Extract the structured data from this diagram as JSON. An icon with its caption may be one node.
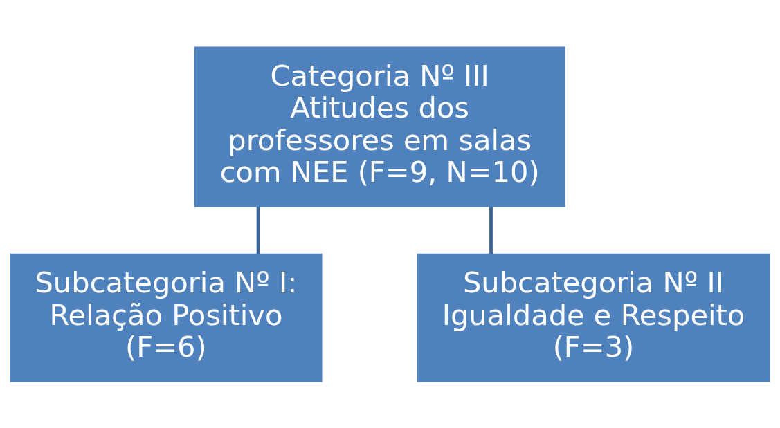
{
  "diagram": {
    "nodes": [
      {
        "text": [
          "Categoria Nº III Atitudes dos professores em salas com NEE (F=9, N=10)"
        ]
      },
      {
        "text": [
          "Subcategoria Nº I: Relação Positivo (F=6)"
        ]
      },
      {
        "text": [
          "Subcategoria Nº II Igualdade e Respeito (F=3)"
        ]
      }
    ],
    "edges": [
      {
        "from": 0,
        "to": 1,
        "arrow": "none"
      },
      {
        "from": 0,
        "to": 2,
        "arrow": "none"
      }
    ]
  }
}
